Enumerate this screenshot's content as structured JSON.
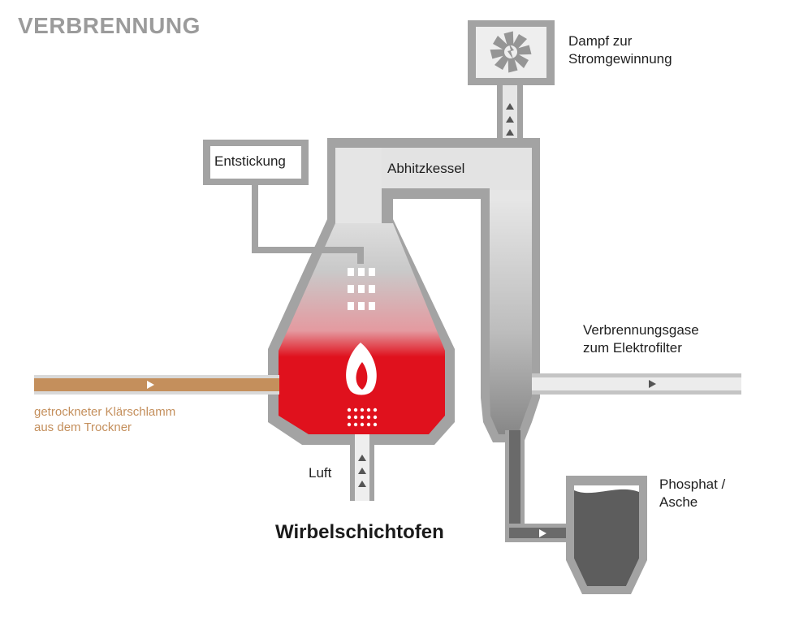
{
  "title": "VERBRENNUNG",
  "labels": {
    "dampf_l1": "Dampf zur",
    "dampf_l2": "Stromgewinnung",
    "entstickung": "Entstickung",
    "abhitzkessel": "Abhitzkessel",
    "gase_l1": "Verbrennungsgase",
    "gase_l2": "zum Elektrofilter",
    "schlamm_l1": "getrockneter Klärschlamm",
    "schlamm_l2": "aus dem Trockner",
    "luft": "Luft",
    "phosphat_l1": "Phosphat /",
    "phosphat_l2": "Asche",
    "ofen": "Wirbelschichtofen"
  },
  "colors": {
    "wall": "#a3a3a3",
    "duct": "#e3e3e3",
    "fire": "#e0111d",
    "sludge": "#c48f5c",
    "ash": "#5d5d5d",
    "arrow": "#6a6a6a",
    "title": "#9b9b9b"
  },
  "icons": [
    "turbine-icon",
    "flame-icon",
    "flow-arrow-icon",
    "ash-bin-icon"
  ]
}
